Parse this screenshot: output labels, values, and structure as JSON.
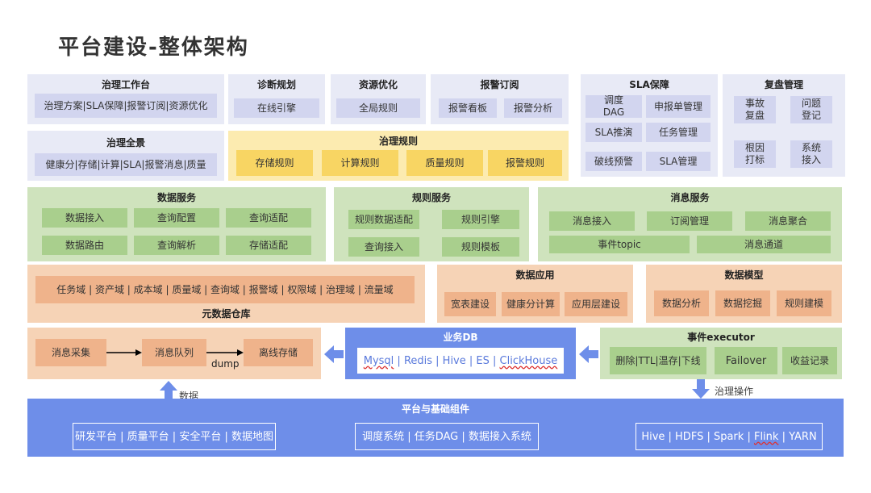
{
  "title": "平台建设-整体架构",
  "governance_workbench": {
    "header": "治理工作台",
    "item": "治理方案|SLA保障|报警订阅|资源优化"
  },
  "diagnosis": {
    "header": "诊断规划",
    "item": "在线引擎"
  },
  "resource_opt": {
    "header": "资源优化",
    "item": "全局规则"
  },
  "alarm_sub": {
    "header": "报警订阅",
    "items": [
      "报警看板",
      "报警分析"
    ]
  },
  "sla": {
    "header": "SLA保障",
    "items": [
      "调度\nDAG",
      "申报单管理",
      "SLA推演",
      "任务管理",
      "破线预警",
      "SLA管理"
    ]
  },
  "replay": {
    "header": "复盘管理",
    "items": [
      "事故\n复盘",
      "问题\n登记",
      "根因\n打标",
      "系统\n接入"
    ]
  },
  "governance_overview": {
    "header": "治理全景",
    "item": "健康分|存储|计算|SLA|报警消息|质量"
  },
  "governance_rules": {
    "header": "治理规则",
    "items": [
      "存储规则",
      "计算规则",
      "质量规则",
      "报警规则"
    ]
  },
  "data_service": {
    "header": "数据服务",
    "items": [
      "数据接入",
      "查询配置",
      "查询适配",
      "数据路由",
      "查询解析",
      "存储适配"
    ]
  },
  "rule_service": {
    "header": "规则服务",
    "items": [
      "规则数据适配",
      "规则引擎",
      "查询接入",
      "规则模板"
    ]
  },
  "message_service": {
    "header": "消息服务",
    "items": [
      "消息接入",
      "订阅管理",
      "消息聚合",
      "事件topic",
      "消息通道"
    ]
  },
  "metadata_warehouse": {
    "footer": "元数据仓库",
    "item": "任务域 | 资产域 | 成本域 | 质量域 | 查询域 | 报警域 | 权限域 | 治理域 | 流量域"
  },
  "data_app": {
    "header": "数据应用",
    "items": [
      "宽表建设",
      "健康分计算",
      "应用层建设"
    ]
  },
  "data_model": {
    "header": "数据模型",
    "items": [
      "数据分析",
      "数据挖掘",
      "规则建模"
    ]
  },
  "pipeline": {
    "items": [
      "消息采集",
      "消息队列",
      "离线存储"
    ],
    "dump_label": "dump"
  },
  "business_db": {
    "header": "业务DB",
    "parts": [
      "Mysql",
      " | Redis | Hive | ES | ",
      "ClickHouse"
    ]
  },
  "event_executor": {
    "header": "事件executor",
    "items": [
      "删除|TTL|温存|下线",
      "Failover",
      "收益记录"
    ]
  },
  "labels": {
    "data": "数据",
    "governance_op": "治理操作"
  },
  "platform": {
    "header": "平台与基础组件",
    "left": "研发平台 | 质量平台 | 安全平台 | 数据地图",
    "middle": "调度系统 | 任务DAG | 数据接入系统",
    "right_parts": [
      "Hive | HDFS | Spark | ",
      "Flink",
      " | YARN"
    ]
  },
  "colors": {
    "lavender": "#e8eaf6",
    "yellow": "#fcebb0",
    "green": "#cfe3bd",
    "orange": "#f6d3b6",
    "blue": "#6e8ee9"
  }
}
